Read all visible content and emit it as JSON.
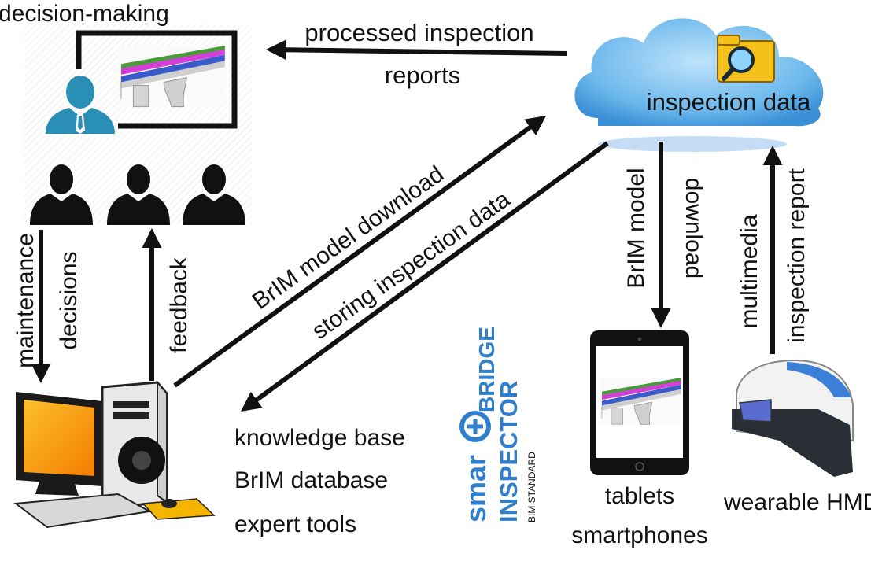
{
  "labels": {
    "decision_making": "decision-making",
    "processed_reports_line1": "processed inspection",
    "processed_reports_line2": "reports",
    "inspection_data": "inspection data",
    "maintenance": "maintenance",
    "decisions": "decisions",
    "feedback": "feedback",
    "brim_model_download_diag": "BrIM model download",
    "storing_inspection_data": "storing inspection data",
    "brim_model": "BrIM model",
    "download": "download",
    "multimedia": "multimedia",
    "inspection_report": "inspection report",
    "knowledge_base": "knowledge base",
    "brim_database": "BrIM database",
    "expert_tools": "expert tools",
    "tablets": "tablets",
    "smartphones": "smartphones",
    "wearable_hmd": "wearable HMD"
  },
  "logo": {
    "line1": "smar",
    "line1b": "BRIDGE",
    "line2": "INSPECTOR",
    "tagline": "BIM STANDARD"
  },
  "colors": {
    "arrow": "#111111",
    "cloud": "#5aaee6",
    "person": "#2a8fb5",
    "silhouette": "#111111",
    "logo_blue": "#2f7fcc",
    "monitor_screen": "#f6a623",
    "deck_pink": "#d43fd8",
    "deck_blue": "#3a5cc8",
    "deck_green": "#4b9a3a"
  },
  "icons": [
    "person-with-tie-icon",
    "user-silhouette-icon",
    "cloud-icon",
    "folder-search-icon",
    "desktop-computer-icon",
    "tablet-icon",
    "helmet-icon",
    "bridge-model-icon",
    "logo-icon"
  ]
}
